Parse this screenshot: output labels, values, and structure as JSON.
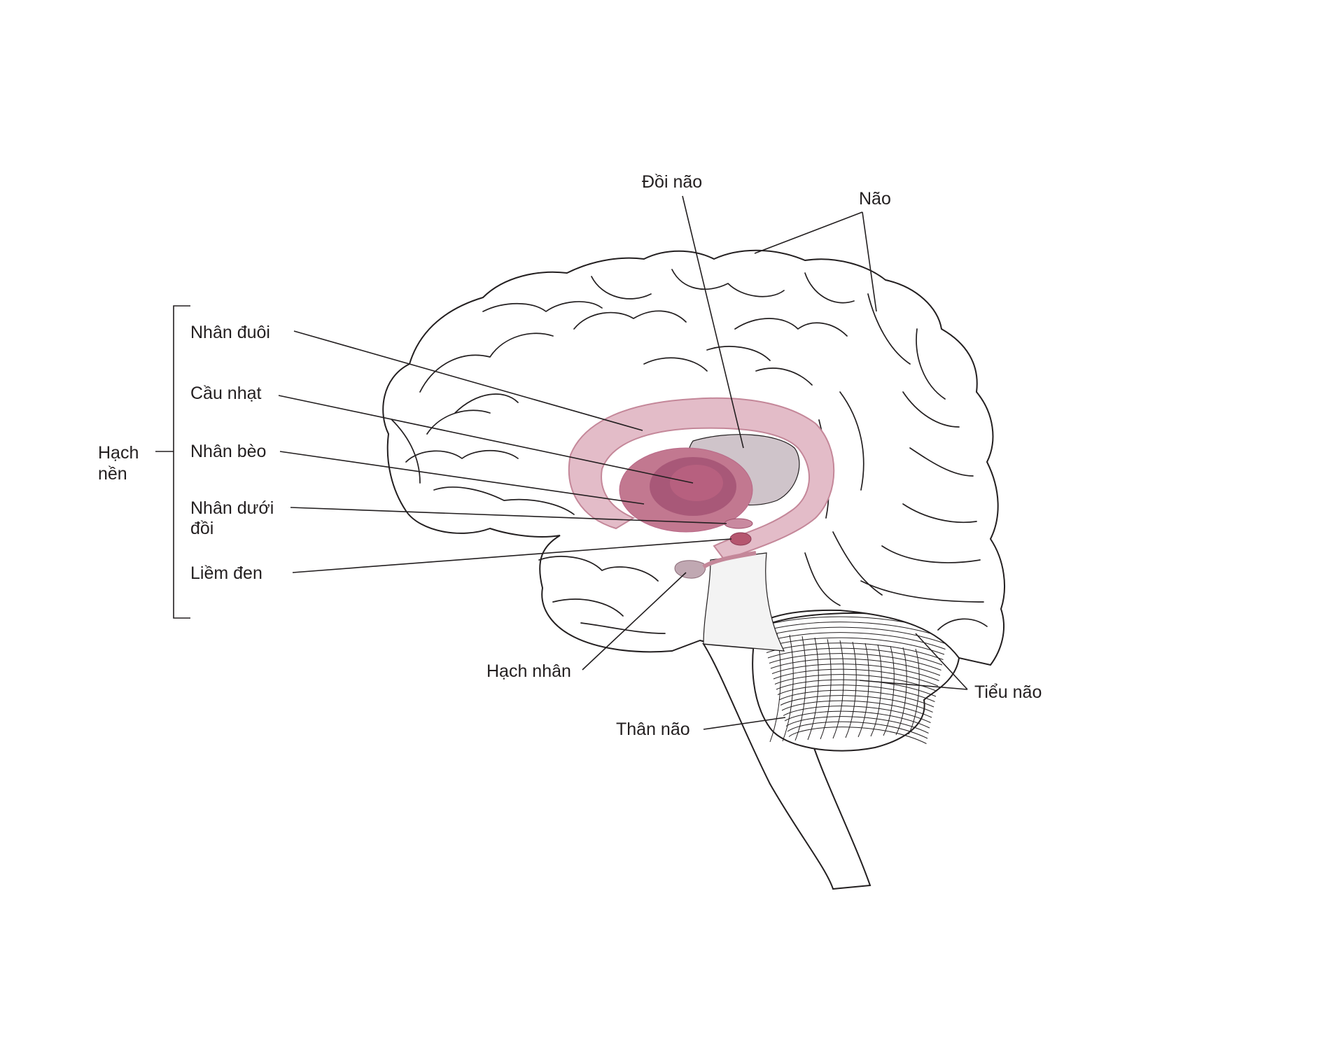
{
  "colors": {
    "caudate": "#e3bcc8",
    "caudate_stroke": "#c48799",
    "putamen": "#c27890",
    "putamen_core": "#a85878",
    "globus_pallidus": "#b7607f",
    "thalamus": "#cfc4ca",
    "subthalamic": "#c98aa0",
    "substantia_nigra": "#b5566f",
    "amygdala": "#c0a8b2",
    "brainstem": "#d0d0d2",
    "brainstem_upper": "#f3f3f3",
    "cerebellum": "#ffffff",
    "outline": "#231f20"
  },
  "labels": {
    "thalamus": "Đồi não",
    "brain": "Não",
    "basal_ganglia_line1": "Hạch",
    "basal_ganglia_line2": "nền",
    "caudate": "Nhân đuôi",
    "globus_pallidus": "Cầu nhạt",
    "putamen": "Nhân bèo",
    "subthalamic_line1": "Nhân dưới",
    "subthalamic_line2": "đồi",
    "substantia_nigra": "Liềm đen",
    "amygdala": "Hạch nhân",
    "brainstem": "Thân não",
    "cerebellum": "Tiểu não"
  }
}
